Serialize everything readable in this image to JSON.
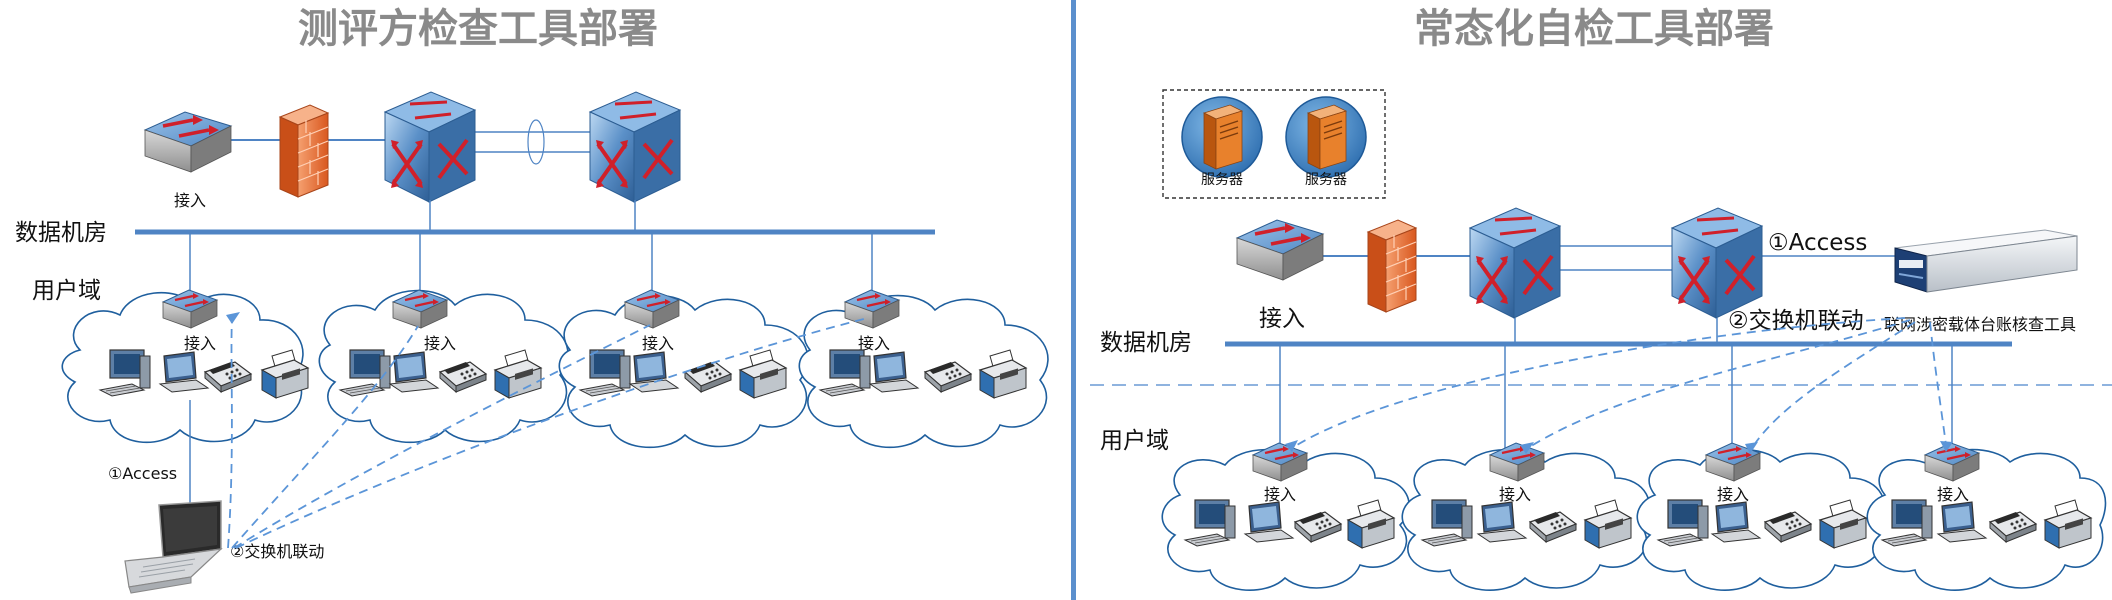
{
  "left": {
    "title": "测评方检查工具部署",
    "data_center": "数据机房",
    "user_domain": "用户域",
    "access": "接入",
    "step_access": "①Access",
    "step_switch": "②交换机联动"
  },
  "right": {
    "title": "常态化自检工具部署",
    "server": "服务器",
    "data_center": "数据机房",
    "user_domain": "用户域",
    "access": "接入",
    "step_access": "①Access",
    "step_switch": "②交换机联动",
    "tool": "联网涉密载体台账核查工具"
  },
  "colors": {
    "bus": "#4f84c4",
    "divider": "#5b8fcd",
    "switch_blue": "#4a7fb8",
    "firewall": "#e8743a",
    "server": "#e07b2e",
    "cloud_stroke": "#1f5f9e",
    "dashed": "#5b95d8"
  }
}
